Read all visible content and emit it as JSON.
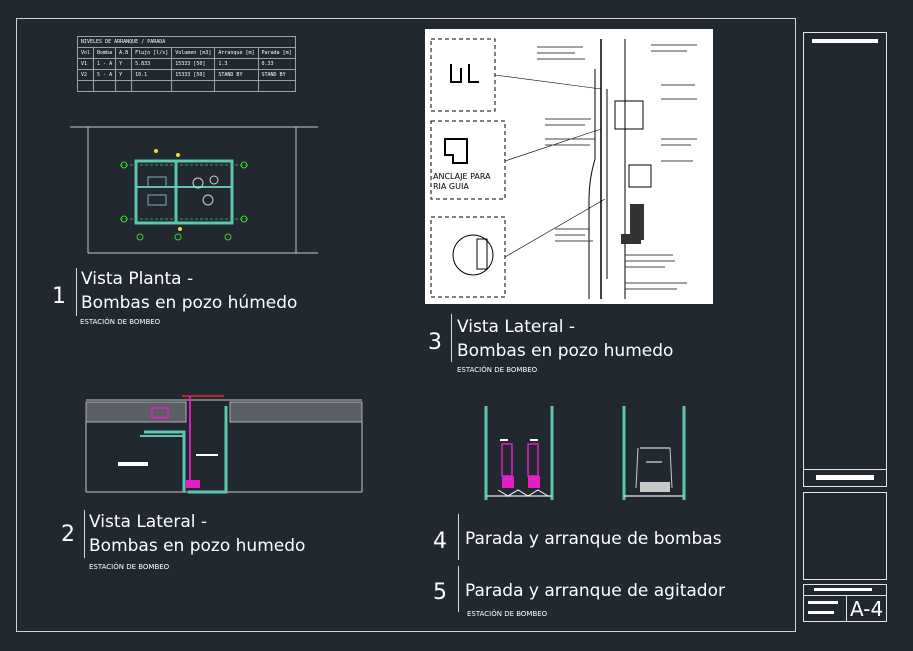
{
  "table": {
    "title": "NIVELES DE ARRANQUE / PARADA",
    "headers": [
      "Vol",
      "Bomba",
      "A.B",
      "Flujo [l/s]",
      "Volumen [m3]",
      "Arranque [m]",
      "Parada [m]"
    ],
    "rows": [
      [
        "V1",
        "1 - A",
        "Y",
        "5.833",
        "15333 [50]",
        "1.3",
        "0.33"
      ],
      [
        "V2",
        "5 - A",
        "Y",
        "10.1",
        "15333 [50]",
        "STAND BY",
        "STAND BY"
      ],
      [
        "",
        "",
        "",
        "",
        "",
        "",
        ""
      ]
    ]
  },
  "views": [
    {
      "number": "1",
      "line1": "Vista Planta -",
      "line2": "Bombas en pozo húmedo",
      "sub": "ESTACIÓN DE BOMBEO"
    },
    {
      "number": "2",
      "line1": "Vista Lateral -",
      "line2": "Bombas en pozo humedo",
      "sub": "ESTACIÓN DE BOMBEO"
    },
    {
      "number": "3",
      "line1": "Vista Lateral -",
      "line2": "Bombas en pozo humedo",
      "sub": "ESTACIÓN DE BOMBEO"
    },
    {
      "number": "4",
      "line1": "Parada y arranque de bombas",
      "sub": ""
    },
    {
      "number": "5",
      "line1": "Parada y arranque de agitador",
      "sub": "ESTACIÓN DE BOMBEO"
    }
  ],
  "detail": {
    "anchor_label_1": "ANCLAJE PARA",
    "anchor_label_2": "RIA GUIA"
  },
  "title_block": {
    "sheet_id": "A-4"
  },
  "colors": {
    "background": "#212830",
    "pipe_cyan": "#5fc4b0",
    "pump_magenta": "#e51ec8",
    "marker_green": "#35d335",
    "marker_yellow": "#e8dc3a",
    "drawing_red": "#e62a2a"
  }
}
